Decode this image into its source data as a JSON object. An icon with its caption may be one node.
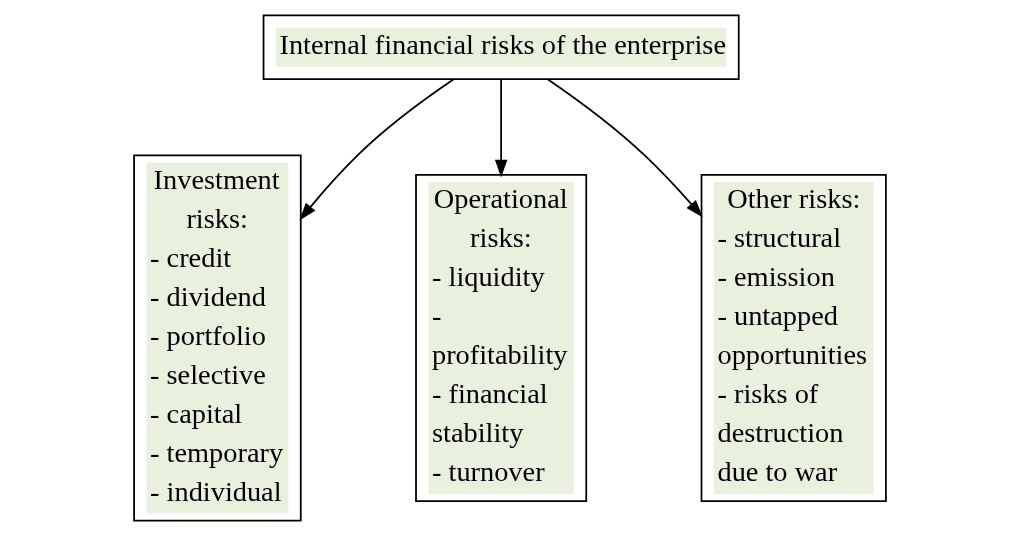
{
  "diagram": {
    "nodes": [
      {
        "text": [
          "Internal financial risks of the enterprise"
        ]
      },
      {
        "text": [
          "Investment risks:",
          "- credit",
          "- dividend",
          "- portfolio",
          "- selective",
          "- capital",
          "- temporary",
          "- individual"
        ]
      },
      {
        "text": [
          "Operational risks:",
          "- liquidity",
          "- profitability",
          "- financial stability",
          "- turnover"
        ]
      },
      {
        "text": [
          "Other risks:",
          "- structural",
          "- emission",
          "- untapped opportunities",
          "- risks of destruction due to war"
        ]
      }
    ],
    "edges": [
      {
        "from": 0,
        "to": 1,
        "arrow": "to"
      },
      {
        "from": 0,
        "to": 2,
        "arrow": "to"
      },
      {
        "from": 0,
        "to": 3,
        "arrow": "to"
      }
    ]
  }
}
